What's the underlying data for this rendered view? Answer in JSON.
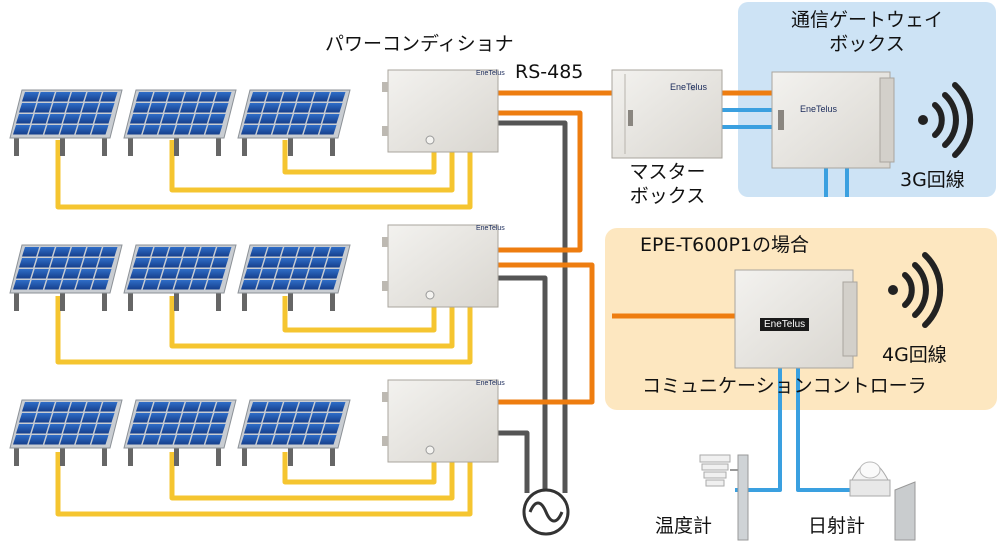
{
  "labels": {
    "power_conditioner": "パワーコンディショナ",
    "rs485": "RS-485",
    "master_box_line1": "マスター",
    "master_box_line2": "ボックス",
    "gateway_line1": "通信ゲートウェイ",
    "gateway_line2": "ボックス",
    "line_3g": "3G回線",
    "epe_case": "EPE-T600P1の場合",
    "line_4g": "4G回線",
    "comm_controller": "コミュニケーションコントローラ",
    "thermometer": "温度計",
    "pyranometer": "日射計"
  },
  "brand": "EneTelus",
  "colors": {
    "dc_line": "#f5c530",
    "rs485_line": "#ee7d10",
    "signal_line": "#3aa0e0",
    "ac_line": "#555555",
    "gateway_panel": "#cde3f5",
    "controller_panel": "#fde7c0",
    "solar_cell": "#1f56b0",
    "enclosure": "#e9e7e3"
  },
  "icons": {
    "wireless": "wireless-signal-icon",
    "ac_source": "ac-generator-icon",
    "solar_panel": "solar-panel-icon"
  }
}
